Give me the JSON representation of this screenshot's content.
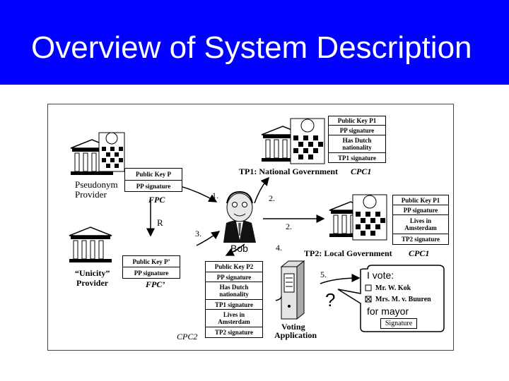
{
  "title": "Overview of System Description",
  "colors": {
    "title_bar": "#0000ff",
    "title_text": "#ffffff"
  },
  "pseudonym_provider": {
    "name_line1": "Pseudonym",
    "name_line2": "Provider",
    "cert_key": "Public Key  P",
    "cert_sig": "PP signature",
    "label": "FPC"
  },
  "unicity_provider": {
    "name_line1": "“Unicity”",
    "name_line2": "Provider",
    "cert_key": "Public Key P’",
    "cert_sig": "PP signature",
    "label": "FPC’"
  },
  "national_government": {
    "label": "TP1:  National Government",
    "cpc": "CPC1",
    "cert": [
      "Public Key  P1",
      "PP signature",
      "Has Dutch nationality",
      "TP1 signature"
    ]
  },
  "local_government": {
    "label": "TP2: Local Government",
    "cpc": "CPC1",
    "cert": [
      "Public Key  P1",
      "PP signature",
      "Lives in Amsterdam",
      "TP2 signature"
    ]
  },
  "combined_cert": {
    "rows": [
      "Public Key  P2",
      "PP signature",
      "Has Dutch nationality",
      "TP1 signature",
      "Lives in Amsterdam",
      "TP2 signature"
    ],
    "label": "CPC2"
  },
  "voting_application": {
    "line1": "Voting",
    "line2": "Application"
  },
  "ballot": {
    "heading": "I vote:",
    "option1": "Mr. W. Kok",
    "option2": "Mrs. M. v. Buuren",
    "footer": "for mayor",
    "signature": "Signature",
    "question": "?"
  },
  "user": {
    "name": "Bob"
  },
  "steps": [
    "1.",
    "2.",
    "2.",
    "3.",
    "4.",
    "5."
  ],
  "r_label": "R"
}
